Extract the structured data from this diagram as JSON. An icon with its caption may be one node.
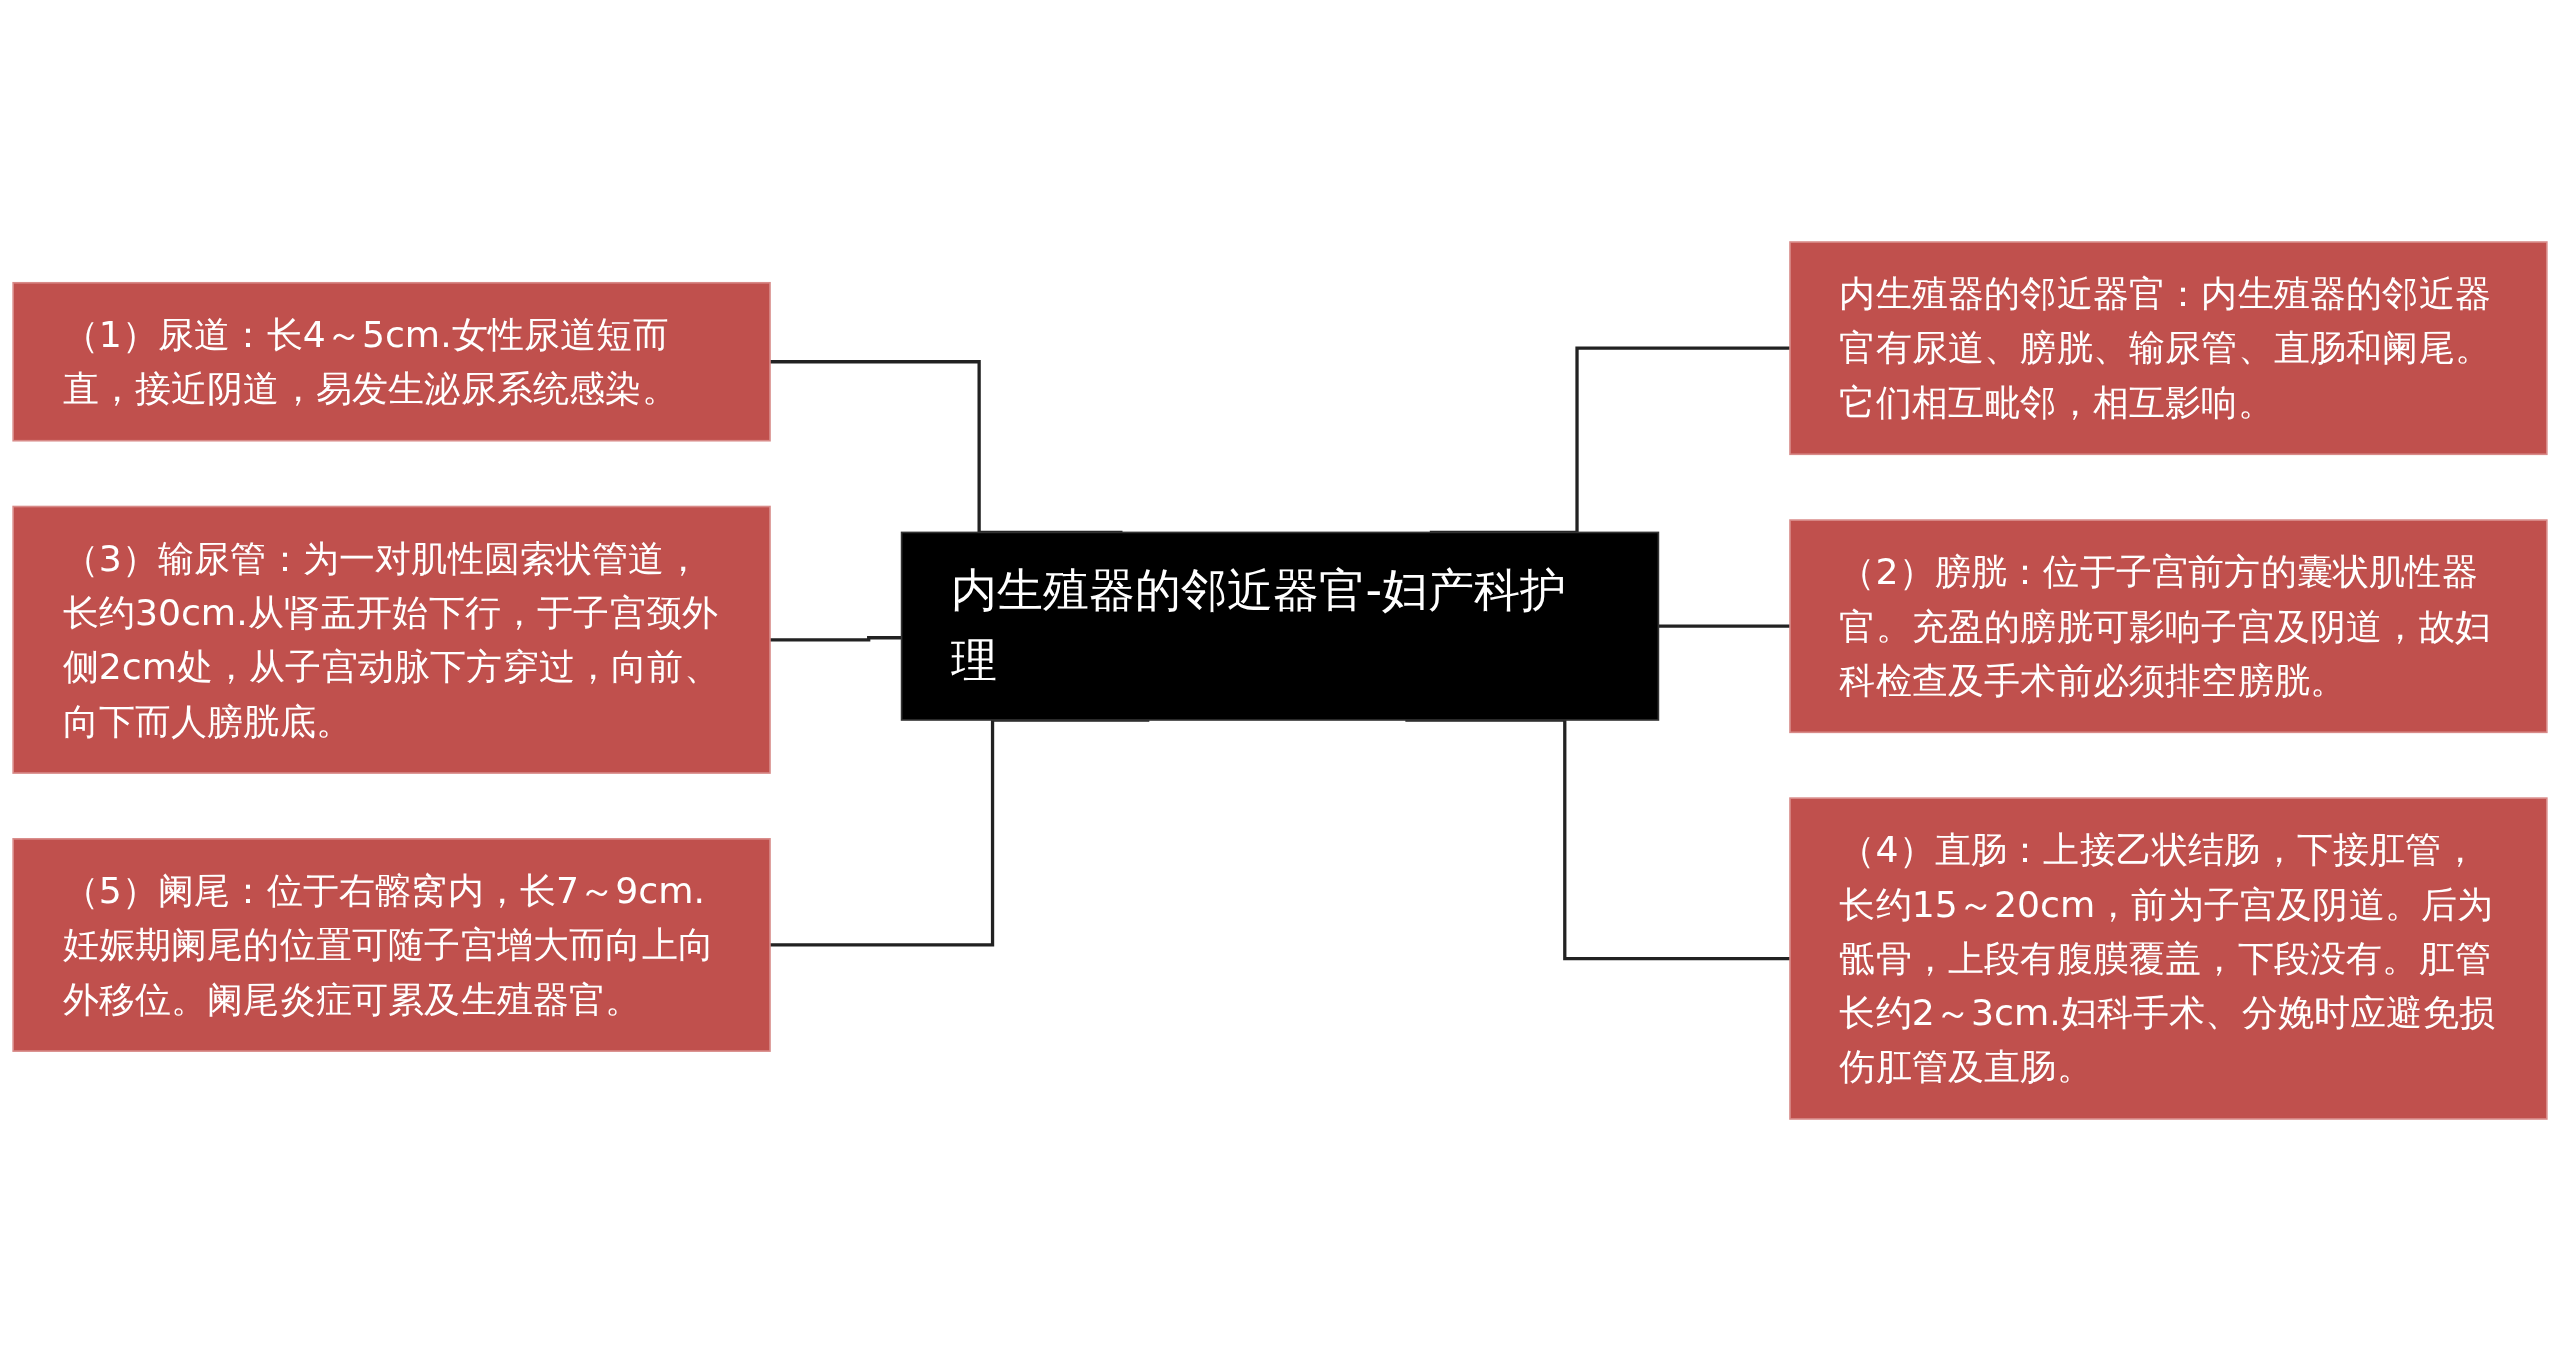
{
  "diagram": {
    "nodes": [
      {
        "text": [
          "内生殖器的邻近器官-妇产科护理"
        ]
      },
      {
        "text": [
          "（1）尿道：长4～5cm.女性尿道短而直，接近阴道，易发生泌尿系统感染。"
        ]
      },
      {
        "text": [
          "（3）输尿管：为一对肌性圆索状管道，长约30cm.从肾盂开始下行，于子宫颈外侧2cm处，从子宫动脉下方穿过，向前、向下而人膀胱底。"
        ]
      },
      {
        "text": [
          "（5）阑尾：位于右髂窝内，长7～9cm.妊娠期阑尾的位置可随子宫增大而向上向外移位。阑尾炎症可累及生殖器官。"
        ]
      },
      {
        "text": [
          "内生殖器的邻近器官：内生殖器的邻近器官有尿道、膀胱、输尿管、直肠和阑尾。它们相互毗邻，相互影响。"
        ]
      },
      {
        "text": [
          "（2）膀胱：位于子宫前方的囊状肌性器官。充盈的膀胱可影响子宫及阴道，故妇科检查及手术前必须排空膀胱。"
        ]
      },
      {
        "text": [
          "（4）直肠：上接乙状结肠，下接肛管，长约15～20cm，前为子宫及阴道。后为骶骨，上段有腹膜覆盖，下段没有。肛管长约2～3cm.妇科手术、分娩时应避免损伤肛管及直肠。"
        ]
      }
    ],
    "edges": [
      {
        "from": 1,
        "to": 0,
        "arrow": "none"
      },
      {
        "from": 2,
        "to": 0,
        "arrow": "none"
      },
      {
        "from": 3,
        "to": 0,
        "arrow": "none"
      },
      {
        "from": 0,
        "to": 4,
        "arrow": "none"
      },
      {
        "from": 0,
        "to": 5,
        "arrow": "none"
      },
      {
        "from": 0,
        "to": 6,
        "arrow": "none"
      }
    ]
  }
}
